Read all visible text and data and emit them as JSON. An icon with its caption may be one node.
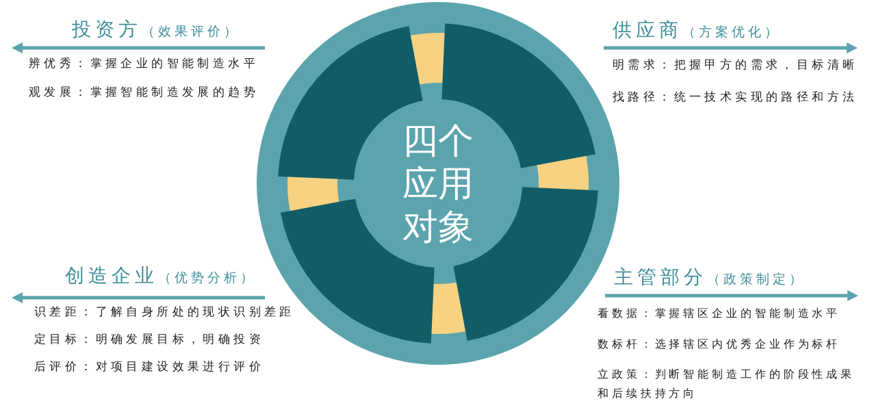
{
  "diagram": {
    "nodes": [
      {
        "text": [
          "四个应用对象"
        ]
      }
    ],
    "labels": [
      "投资方",
      "（效果评价）",
      "辨优秀：掌握企业的智能制造水平",
      "观发展：掌握智能制造发展的趋势",
      "供应商",
      "（方案优化）",
      "明需求：把握甲方的需求，目标清晰",
      "找路径：统一技术实现的路径和方法",
      "创造企业",
      "（优势分析）",
      "识差距：了解自身所处的现状识别差距",
      "定目标：明确发展目标，明确投资",
      "后评价：对项目建设效果进行评价",
      "主管部分",
      "（政策制定）",
      "看数据：掌握辖区企业的智能制造水平",
      "数标杆：选择辖区内优秀企业作为标杆",
      "立政策：判断智能制造工作的阶段性成果和后续扶持方向"
    ]
  }
}
